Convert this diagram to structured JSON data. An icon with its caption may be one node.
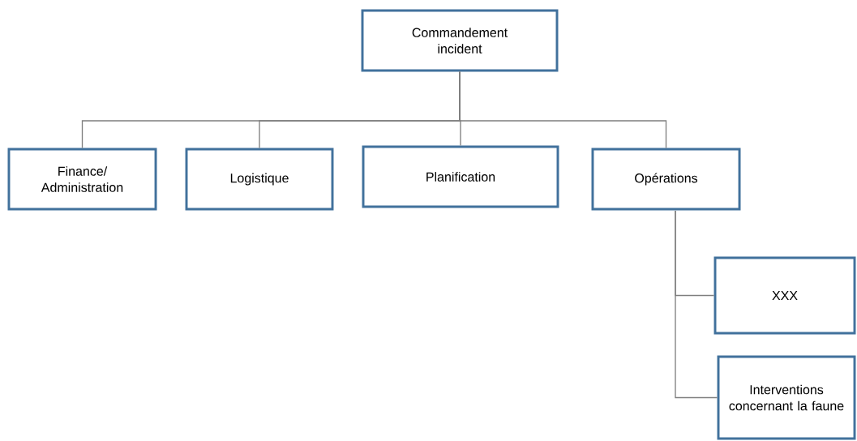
{
  "diagram": {
    "nodes": [
      {
        "text": [
          "Commandement incident"
        ]
      },
      {
        "text": [
          "Finance/ Administration"
        ]
      },
      {
        "text": [
          "Logistique"
        ]
      },
      {
        "text": [
          "Planification"
        ]
      },
      {
        "text": [
          "Opérations"
        ]
      },
      {
        "text": [
          "XXX"
        ]
      },
      {
        "text": [
          "Interventions concernant la faune"
        ]
      }
    ],
    "edges": [
      {
        "from": 0,
        "to": 1,
        "arrow": "none"
      },
      {
        "from": 0,
        "to": 2,
        "arrow": "none"
      },
      {
        "from": 0,
        "to": 3,
        "arrow": "none"
      },
      {
        "from": 0,
        "to": 4,
        "arrow": "none"
      },
      {
        "from": 4,
        "to": 5,
        "arrow": "none"
      },
      {
        "from": 4,
        "to": 6,
        "arrow": "none"
      }
    ]
  }
}
